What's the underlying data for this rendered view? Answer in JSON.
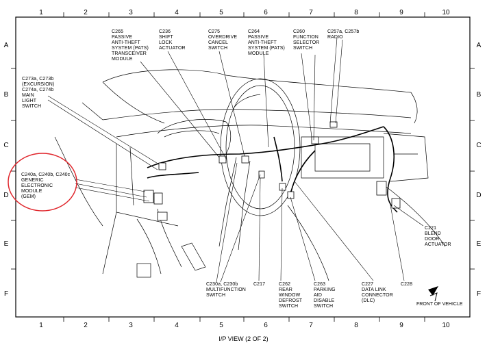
{
  "diagram": {
    "title": "I/P VIEW (2 OF 2)",
    "front_label": "FRONT OF VEHICLE",
    "grid_columns": [
      "1",
      "2",
      "3",
      "4",
      "5",
      "6",
      "7",
      "8",
      "9",
      "10"
    ],
    "grid_rows": [
      "A",
      "B",
      "C",
      "D",
      "E",
      "F"
    ],
    "callouts": {
      "c265": "C265\nPASSIVE\nANTI-THEFT\nSYSTEM (PATS)\nTRANSCEIVER\nMODULE",
      "c236": "C236\nSHIFT\nLOCK\nACTUATOR",
      "c275": "C275\nOVERDRIVE\nCANCEL\nSWITCH",
      "c264": "C264\nPASSIVE\nANTI-THEFT\nSYSTEM (PATS)\nMODULE",
      "c260": "C260\nFUNCTION\nSELECTOR\nSWITCH",
      "c257": "C257a, C257b\nRADIO",
      "c273": "C273a, C273b\n(EXCURSION)\nC274a, C274b\nMAIN\nLIGHT\nSWITCH",
      "c240": "C240a, C240b, C240c\nGENERIC\nELECTRONIC\nMODULE\n(GEM)",
      "c221": "C221\nBLEND\nDOOR\nACTUATOR",
      "c230": "C230a, C230b\nMULTIFUNCTION\nSWITCH",
      "c217": "C217",
      "c262": "C262\nREAR\nWINDOW\nDEFROST\nSWITCH",
      "c263": "C263\nPARKING\nAID\nDISABLE\nSWITCH",
      "c227": "C227\nDATA LINK\nCONNECTOR\n(DLC)",
      "c228": "C228"
    },
    "highlight_color": "#e0262c"
  }
}
